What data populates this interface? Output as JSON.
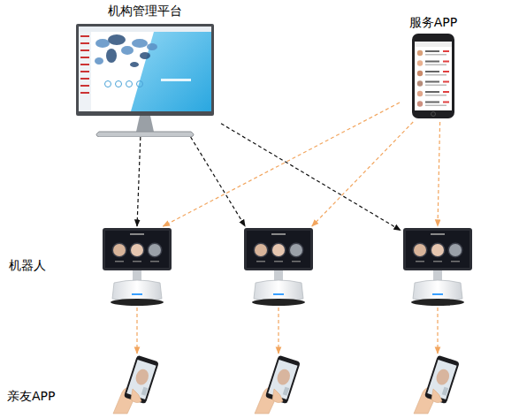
{
  "diagram": {
    "nodes": [
      {
        "text": [
          "机构管理平台"
        ]
      },
      {
        "text": [
          "服务APP"
        ]
      },
      {
        "text": []
      },
      {
        "text": []
      },
      {
        "text": []
      },
      {
        "text": []
      },
      {
        "text": []
      },
      {
        "text": []
      }
    ],
    "edges": [
      {
        "from": 0,
        "to": 2,
        "arrow": "to"
      },
      {
        "from": 0,
        "to": 3,
        "arrow": "to"
      },
      {
        "from": 0,
        "to": 4,
        "arrow": "to"
      },
      {
        "from": 1,
        "to": 2,
        "arrow": "to"
      },
      {
        "from": 1,
        "to": 3,
        "arrow": "to"
      },
      {
        "from": 1,
        "to": 4,
        "arrow": "to"
      },
      {
        "from": 2,
        "to": 5,
        "arrow": "to"
      },
      {
        "from": 3,
        "to": 6,
        "arrow": "to"
      },
      {
        "from": 4,
        "to": 7,
        "arrow": "to"
      }
    ],
    "labels": [
      "机器人",
      "亲友APP"
    ]
  }
}
